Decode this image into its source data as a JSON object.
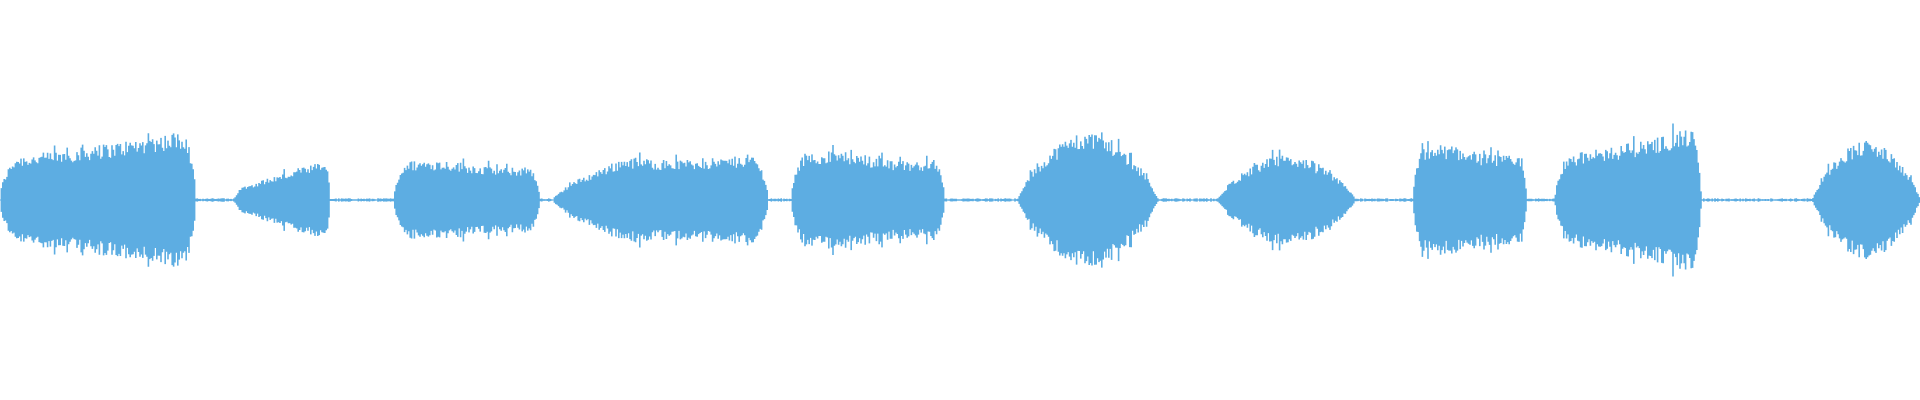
{
  "waveform": {
    "color": "#5dade2",
    "background": "#ffffff",
    "segments": [
      {
        "start": 0.0,
        "end": 0.102,
        "peak": 0.34,
        "shape": "rise-late"
      },
      {
        "start": 0.122,
        "end": 0.172,
        "peak": 0.19,
        "shape": "rise"
      },
      {
        "start": 0.205,
        "end": 0.281,
        "peak": 0.19,
        "shape": "flat"
      },
      {
        "start": 0.288,
        "end": 0.4,
        "peak": 0.21,
        "shape": "rise-flat"
      },
      {
        "start": 0.412,
        "end": 0.492,
        "peak": 0.23,
        "shape": "flat"
      },
      {
        "start": 0.53,
        "end": 0.603,
        "peak": 0.32,
        "shape": "hump"
      },
      {
        "start": 0.634,
        "end": 0.706,
        "peak": 0.21,
        "shape": "hump"
      },
      {
        "start": 0.736,
        "end": 0.795,
        "peak": 0.26,
        "shape": "flat"
      },
      {
        "start": 0.81,
        "end": 0.886,
        "peak": 0.35,
        "shape": "rise-late"
      },
      {
        "start": 0.944,
        "end": 1.0,
        "peak": 0.28,
        "shape": "hump"
      }
    ],
    "baseline_noise": 0.006
  }
}
